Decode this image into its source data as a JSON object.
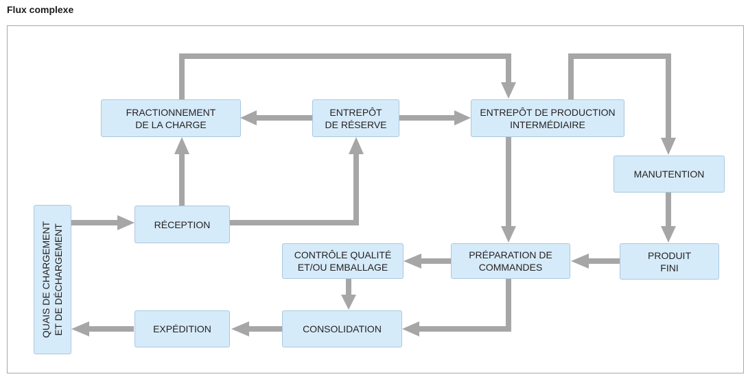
{
  "title": "Flux complexe",
  "nodes": {
    "fractionnement": "FRACTIONNEMENT\nDE LA CHARGE",
    "entrepot_reserve": "ENTREPÔT\nDE RÉSERVE",
    "entrepot_production": "ENTREPÔT DE PRODUCTION\nINTERMÉDIAIRE",
    "manutention": "MANUTENTION",
    "quais": "QUAIS DE CHARGEMENT\nET DE DÉCHARGEMENT",
    "reception": "RÉCEPTION",
    "controle": "CONTRÔLE QUALITÉ\nET/OU EMBALLAGE",
    "preparation": "PRÉPARATION DE\nCOMMANDES",
    "produit_fini": "PRODUIT\nFINI",
    "expedition": "EXPÉDITION",
    "consolidation": "CONSOLIDATION"
  },
  "colors": {
    "box_fill": "#d6ebf9",
    "box_border": "#a9c7de",
    "arrow": "#a6a6a6"
  }
}
